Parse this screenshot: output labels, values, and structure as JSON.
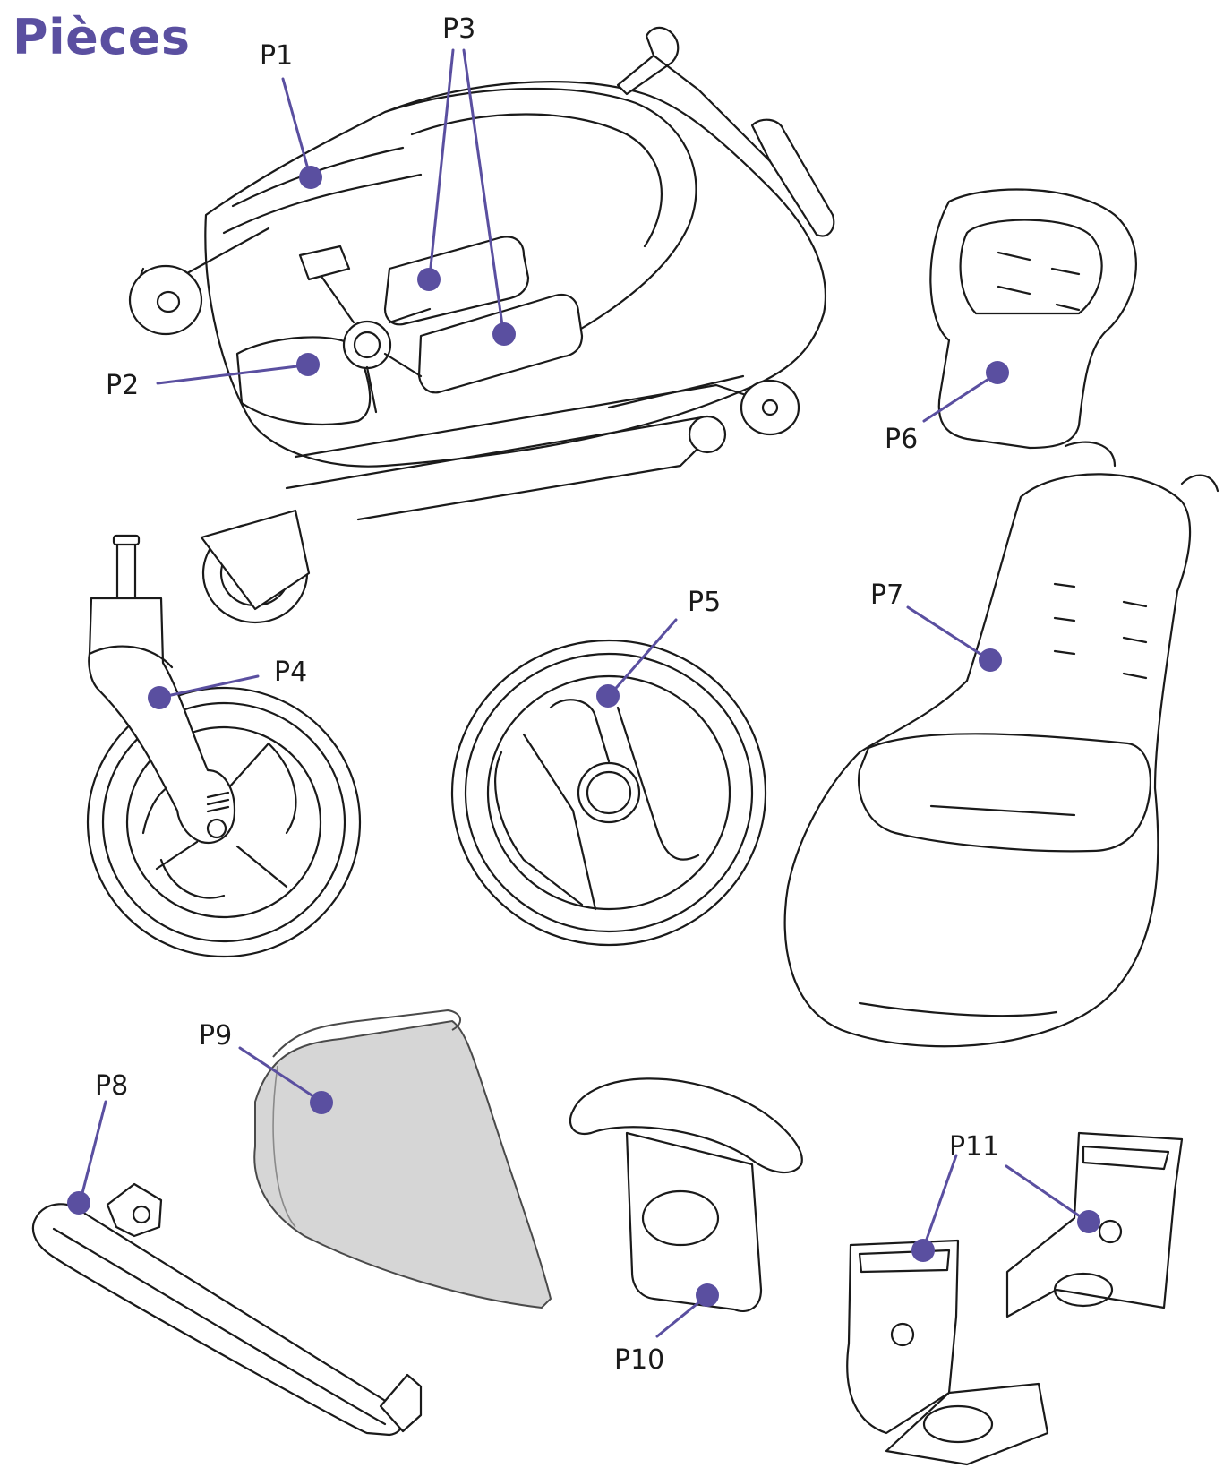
{
  "title": "Pièces",
  "accent_color": "#5a4fa0",
  "parts": [
    {
      "id": "P1",
      "label": "P1"
    },
    {
      "id": "P2",
      "label": "P2"
    },
    {
      "id": "P3",
      "label": "P3"
    },
    {
      "id": "P4",
      "label": "P4"
    },
    {
      "id": "P5",
      "label": "P5"
    },
    {
      "id": "P6",
      "label": "P6"
    },
    {
      "id": "P7",
      "label": "P7"
    },
    {
      "id": "P8",
      "label": "P8"
    },
    {
      "id": "P9",
      "label": "P9"
    },
    {
      "id": "P10",
      "label": "P10"
    },
    {
      "id": "P11",
      "label": "P11"
    }
  ]
}
